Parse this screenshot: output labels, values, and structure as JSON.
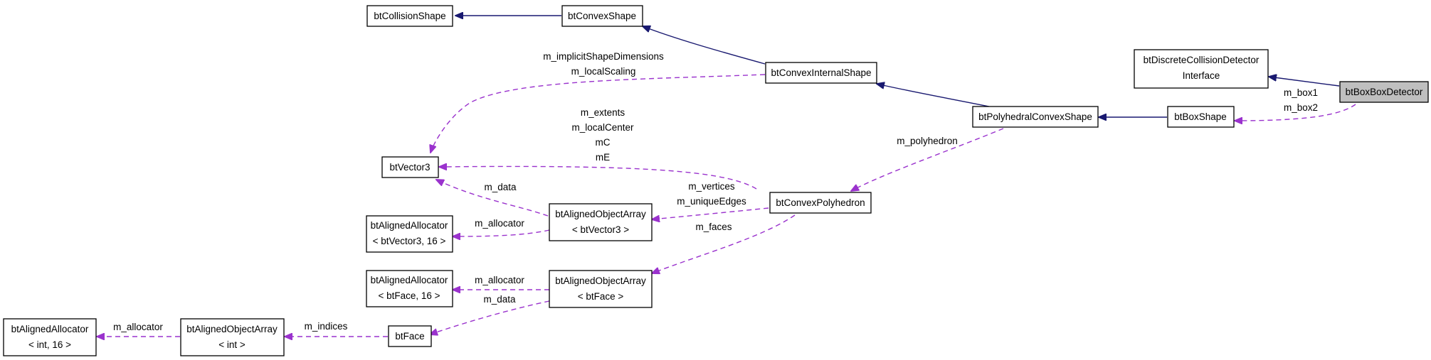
{
  "colors": {
    "inheritance_edge": "#191970",
    "member_edge": "#9a32cd",
    "highlight_fill": "#bfbfbf"
  },
  "nodes": {
    "btCollisionShape": [
      "btCollisionShape"
    ],
    "btConvexShape": [
      "btConvexShape"
    ],
    "btConvexInternalShape": [
      "btConvexInternalShape"
    ],
    "btDiscreteCollisionDetectorInterface": [
      "btDiscreteCollisionDetector",
      "Interface"
    ],
    "btBoxBoxDetector": [
      "btBoxBoxDetector"
    ],
    "btPolyhedralConvexShape": [
      "btPolyhedralConvexShape"
    ],
    "btBoxShape": [
      "btBoxShape"
    ],
    "btVector3": [
      "btVector3"
    ],
    "btConvexPolyhedron": [
      "btConvexPolyhedron"
    ],
    "btAlignedAllocatorVector3": [
      "btAlignedAllocator",
      "< btVector3, 16 >"
    ],
    "btAlignedObjectArrayVector3": [
      "btAlignedObjectArray",
      "< btVector3 >"
    ],
    "btAlignedAllocatorFace": [
      "btAlignedAllocator",
      "< btFace, 16 >"
    ],
    "btAlignedObjectArrayFace": [
      "btAlignedObjectArray",
      "< btFace >"
    ],
    "btAlignedAllocatorInt": [
      "btAlignedAllocator",
      "< int, 16 >"
    ],
    "btAlignedObjectArrayInt": [
      "btAlignedObjectArray",
      "< int >"
    ],
    "btFace": [
      "btFace"
    ]
  },
  "edge_labels": {
    "internal_to_vector3": [
      "m_implicitShapeDimensions",
      "m_localScaling"
    ],
    "polyhedron_to_vector3": [
      "m_extents",
      "m_localCenter",
      "mC",
      "mE"
    ],
    "boxbox_to_boxshape": [
      "m_box1",
      "m_box2"
    ],
    "polyhedral_to_polyhedron": [
      "m_polyhedron"
    ],
    "array_vector3_to_vector3": [
      "m_data"
    ],
    "polyhedron_to_array_vector3": [
      "m_vertices",
      "m_uniqueEdges"
    ],
    "polyhedron_to_array_face": [
      "m_faces"
    ],
    "array_vector3_to_allocator": [
      "m_allocator"
    ],
    "array_face_to_allocator": [
      "m_allocator"
    ],
    "array_face_to_face": [
      "m_data"
    ],
    "array_int_to_allocator": [
      "m_allocator"
    ],
    "face_to_array_int": [
      "m_indices"
    ]
  }
}
